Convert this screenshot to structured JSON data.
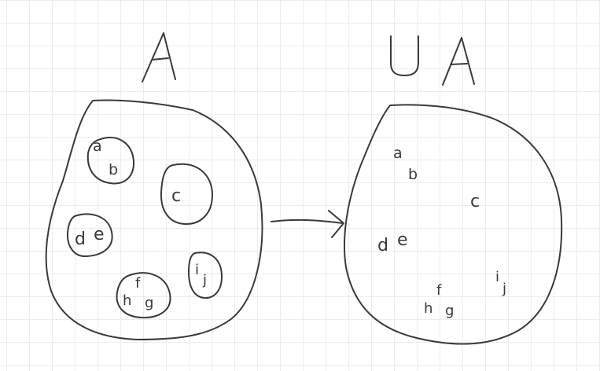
{
  "left_set": {
    "title": "A",
    "subsets": [
      {
        "elements": [
          "a",
          "b"
        ]
      },
      {
        "elements": [
          "c"
        ]
      },
      {
        "elements": [
          "d",
          "e"
        ]
      },
      {
        "elements": [
          "f",
          "h",
          "g"
        ]
      },
      {
        "elements": [
          "i",
          "j"
        ]
      }
    ]
  },
  "right_set": {
    "title_union": "U",
    "title_set": "A",
    "elements": [
      "a",
      "b",
      "c",
      "d",
      "e",
      "f",
      "h",
      "g",
      "i",
      "j"
    ]
  },
  "arrow": {
    "direction": "right"
  }
}
